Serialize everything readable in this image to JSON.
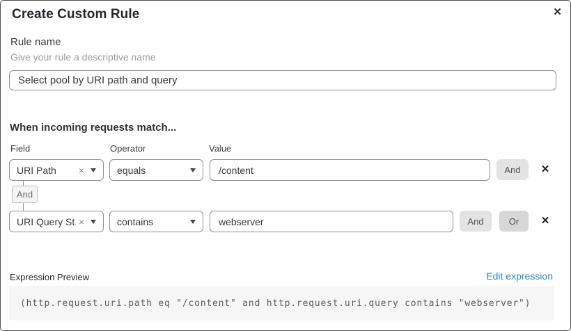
{
  "dialog": {
    "title": "Create Custom Rule",
    "close_icon": "✕"
  },
  "rule_name": {
    "label": "Rule name",
    "hint": "Give your rule a descriptive name",
    "value": "Select pool by URI path and query"
  },
  "matcher": {
    "heading": "When incoming requests match...",
    "columns": {
      "field": "Field",
      "operator": "Operator",
      "value": "Value"
    },
    "rows": [
      {
        "field": "URI Path",
        "operator": "equals",
        "value": "/content"
      },
      {
        "field": "URI Query St...",
        "operator": "contains",
        "value": "webserver"
      }
    ],
    "connector_label": "And",
    "and_label": "And",
    "or_label": "Or",
    "clear_icon": "×",
    "delete_icon": "✕"
  },
  "expression": {
    "label": "Expression Preview",
    "edit_link": "Edit expression",
    "code": "(http.request.uri.path eq \"/content\" and http.request.uri.query contains \"webserver\")"
  },
  "colors": {
    "link_blue": "#3385c7",
    "button_and_bg": "#e3e3e3",
    "button_or_bg": "#d7d7d7",
    "code_bg": "#f6f6f6",
    "input_border": "#8f8f8f"
  }
}
